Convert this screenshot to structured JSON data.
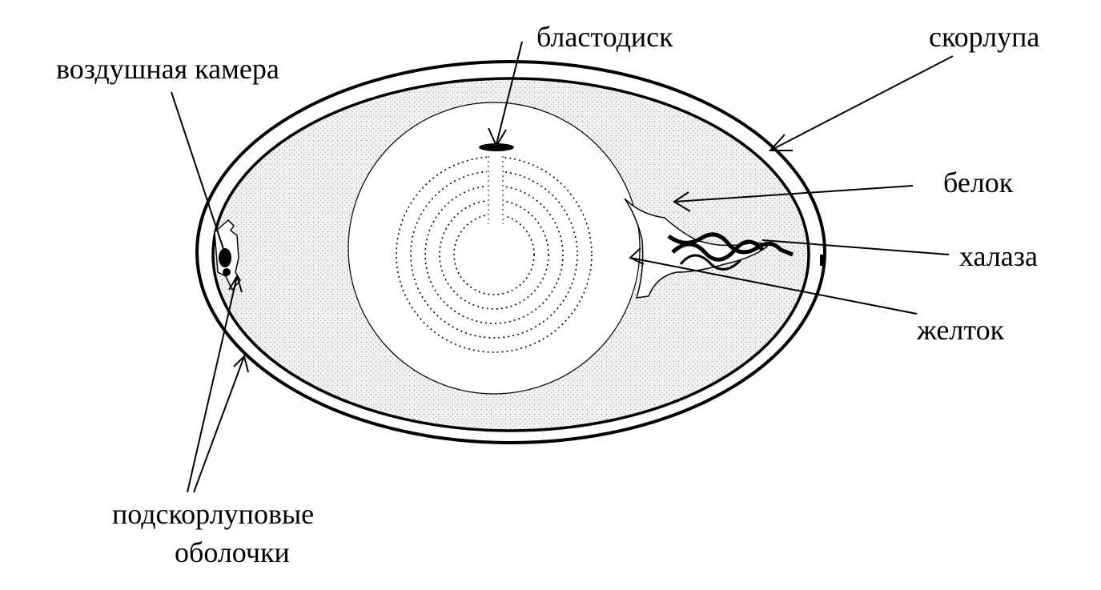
{
  "labels": {
    "blastodisc": "бластодиск",
    "shell": "скорлупа",
    "air_cell": "воздушная камера",
    "albumen": "белок",
    "chalaza": "халаза",
    "yolk": "желток",
    "membranes_line1": "подскорлуповые",
    "membranes_line2": "оболочки"
  },
  "colors": {
    "ink": "#000000",
    "albumen_fill": "#e9e9e9",
    "background": "#ffffff"
  },
  "icons": {
    "egg": "egg-cross-section",
    "arrow": "arrow-pointer"
  }
}
